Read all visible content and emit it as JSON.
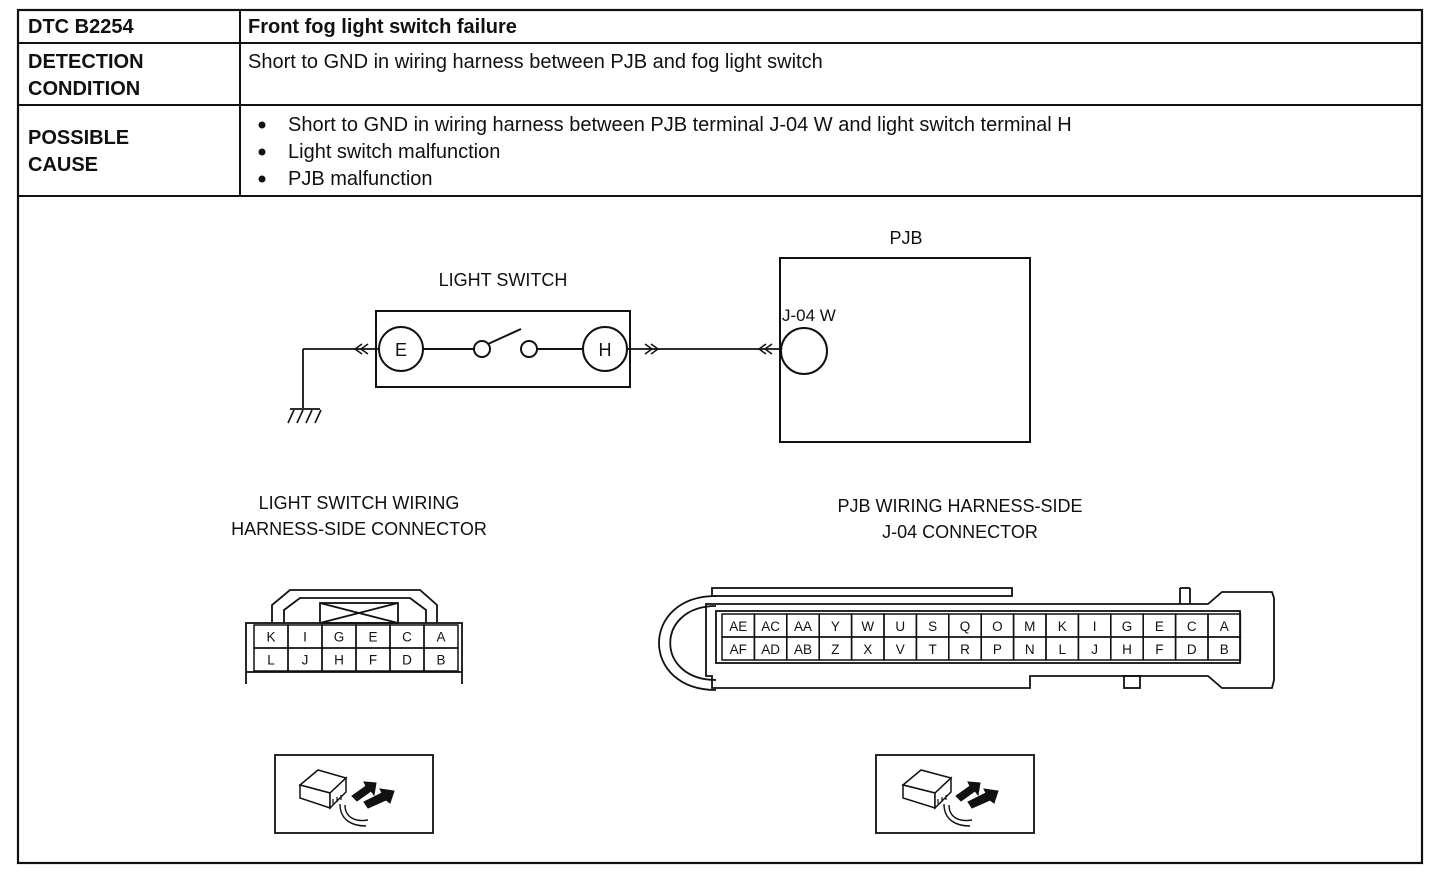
{
  "dtc": {
    "code_label": "DTC B2254",
    "title": "Front fog light switch failure"
  },
  "detection": {
    "label_line1": "DETECTION",
    "label_line2": "CONDITION",
    "text": "Short to GND in wiring harness between PJB and fog light switch"
  },
  "cause": {
    "label_line1": "POSSIBLE",
    "label_line2": "CAUSE",
    "items": [
      "Short to GND in wiring harness between PJB terminal J-04 W and light switch terminal H",
      "Light switch malfunction",
      "PJB malfunction"
    ]
  },
  "schematic": {
    "pjb_label": "PJB",
    "light_switch_label": "LIGHT SWITCH",
    "terminal_e": "E",
    "terminal_h": "H",
    "pjb_terminal_label": "J-04 W"
  },
  "connectors": {
    "light_switch_title_line1": "LIGHT SWITCH WIRING",
    "light_switch_title_line2": "HARNESS-SIDE CONNECTOR",
    "light_switch_top": [
      "K",
      "I",
      "G",
      "E",
      "C",
      "A"
    ],
    "light_switch_bottom": [
      "L",
      "J",
      "H",
      "F",
      "D",
      "B"
    ],
    "pjb_title_line1": "PJB WIRING HARNESS-SIDE",
    "pjb_title_line2": "J-04 CONNECTOR",
    "pjb_top": [
      "AE",
      "AC",
      "AA",
      "Y",
      "W",
      "U",
      "S",
      "Q",
      "O",
      "M",
      "K",
      "I",
      "G",
      "E",
      "C",
      "A"
    ],
    "pjb_bottom": [
      "AF",
      "AD",
      "AB",
      "Z",
      "X",
      "V",
      "T",
      "R",
      "P",
      "N",
      "L",
      "J",
      "H",
      "F",
      "D",
      "B"
    ]
  }
}
